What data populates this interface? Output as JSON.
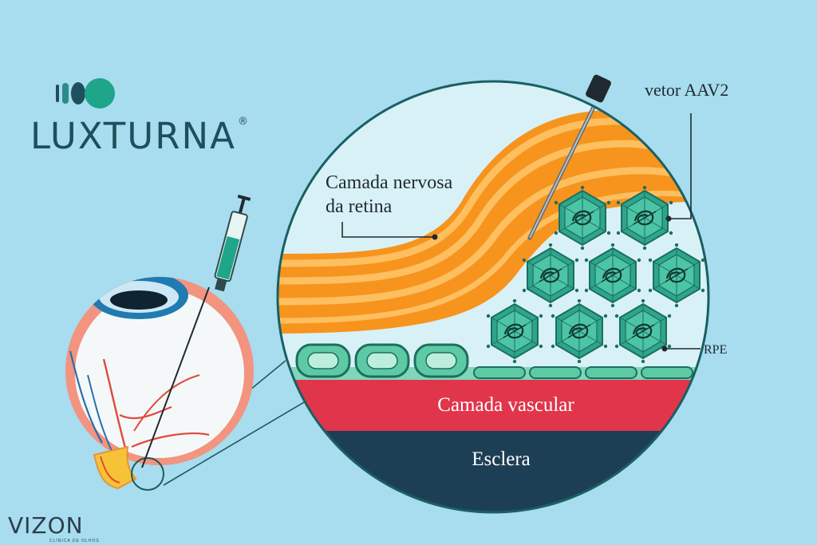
{
  "brand": {
    "name": "LUXTURNA",
    "registered_mark": "®",
    "colors": {
      "accent": "#1ea58a",
      "text": "#1d4f5c"
    }
  },
  "footer_logo": {
    "name": "VIZON",
    "tagline": "CLÍNICA DE OLHOS"
  },
  "labels": {
    "nerve_layer": [
      "Camada nervosa",
      "da retina"
    ],
    "vector": "vetor AAV2",
    "rpe": "RPE",
    "vascular_layer": "Camada vascular",
    "sclera": "Esclera"
  },
  "icons": {
    "syringe": "syringe-icon",
    "eye": "eye-cross-section",
    "virus": "aav-capsid-icon"
  },
  "palette": {
    "background": "#a8dcef",
    "retina_orange": "#f7941d",
    "retina_light": "#fdbf5f",
    "vascular_red": "#e0354b",
    "sclera_navy": "#1d3f55",
    "rpe_teal": "#5ecaa5",
    "virus_teal": "#2ea58c"
  }
}
